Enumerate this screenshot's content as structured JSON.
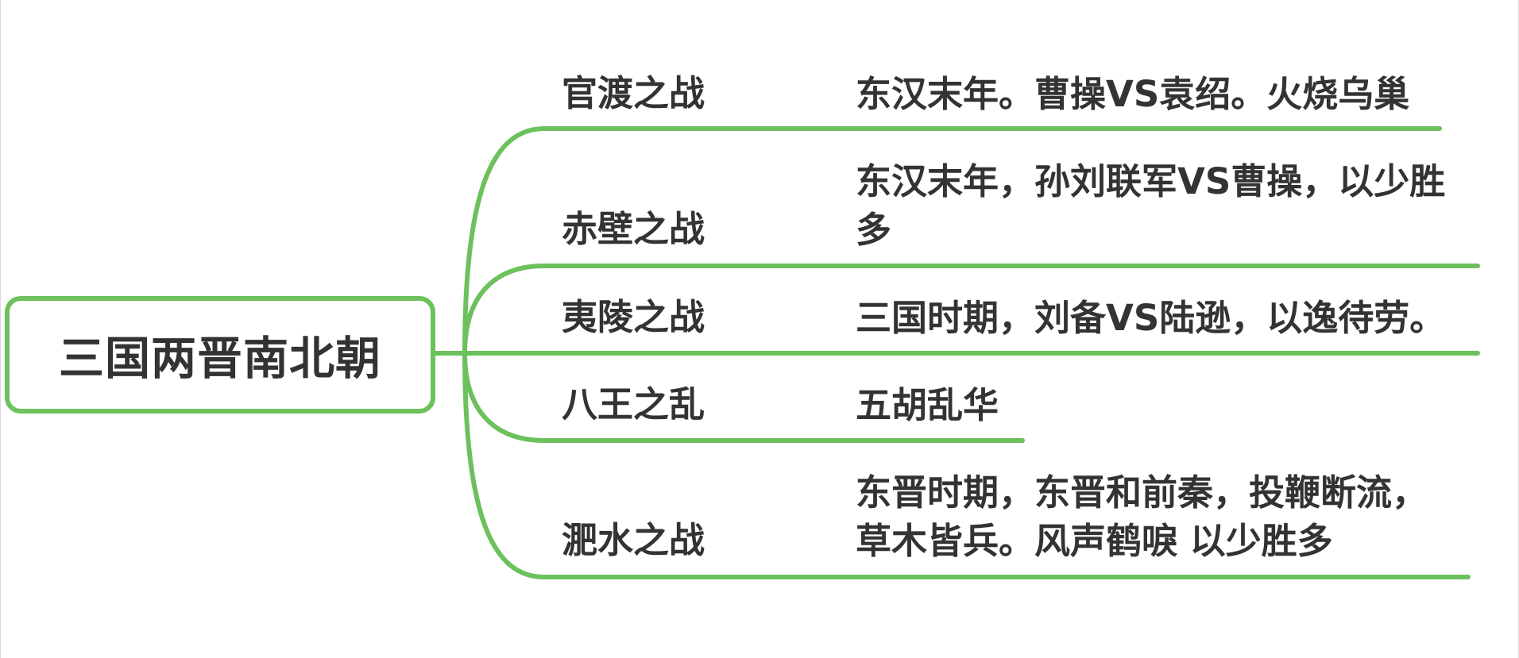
{
  "root": {
    "label": "三国两晋南北朝"
  },
  "branches": [
    {
      "event": "官渡之战",
      "detail": [
        "东汉末年。曹操VS袁绍。火烧乌巢"
      ]
    },
    {
      "event": "赤壁之战",
      "detail": [
        "东汉末年，孙刘联军VS曹操，以少胜",
        "多"
      ]
    },
    {
      "event": "夷陵之战",
      "detail": [
        "三国时期，刘备VS陆逊，以逸待劳。"
      ]
    },
    {
      "event": "八王之乱",
      "detail": [
        "五胡乱华"
      ]
    },
    {
      "event": "淝水之战",
      "detail": [
        "东晋时期，东晋和前秦，投鞭断流，",
        "草木皆兵。风声鹤唳 以少胜多"
      ]
    }
  ],
  "colors": {
    "line": "#6cc15d",
    "text": "#333333"
  }
}
